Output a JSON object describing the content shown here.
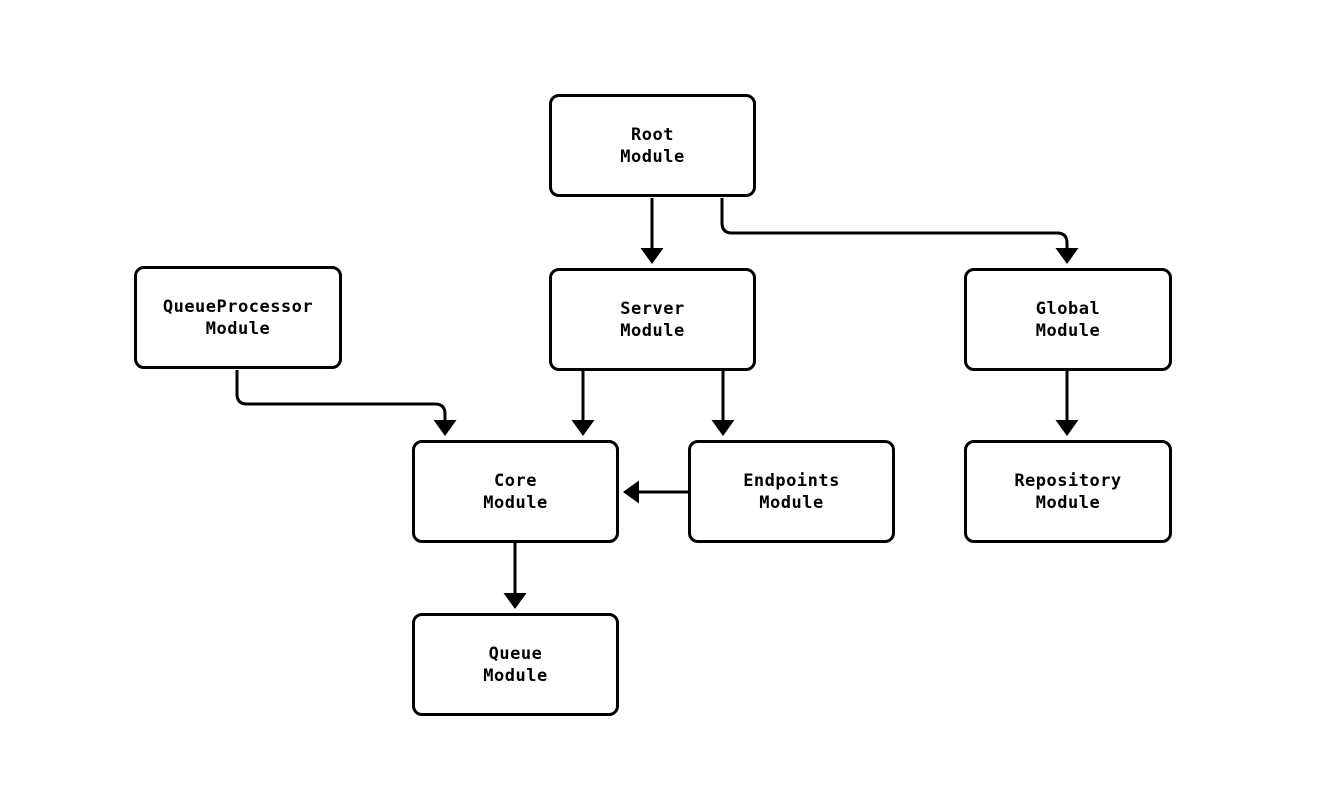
{
  "diagram": {
    "background_color": "#ffffff",
    "stroke_color": "#000000",
    "node_fill_color": "#ffffff",
    "nodes": [
      {
        "id": "root",
        "lines": [
          "Root",
          "Module"
        ]
      },
      {
        "id": "queueprocessor",
        "lines": [
          "QueueProcessor",
          "Module"
        ]
      },
      {
        "id": "server",
        "lines": [
          "Server",
          "Module"
        ]
      },
      {
        "id": "global",
        "lines": [
          "Global",
          "Module"
        ]
      },
      {
        "id": "core",
        "lines": [
          "Core",
          "Module"
        ]
      },
      {
        "id": "endpoints",
        "lines": [
          "Endpoints",
          "Module"
        ]
      },
      {
        "id": "repository",
        "lines": [
          "Repository",
          "Module"
        ]
      },
      {
        "id": "queue",
        "lines": [
          "Queue",
          "Module"
        ]
      }
    ],
    "edges": [
      {
        "from": "root",
        "to": "server"
      },
      {
        "from": "root",
        "to": "global"
      },
      {
        "from": "queueprocessor",
        "to": "core"
      },
      {
        "from": "server",
        "to": "core"
      },
      {
        "from": "server",
        "to": "endpoints"
      },
      {
        "from": "endpoints",
        "to": "core"
      },
      {
        "from": "global",
        "to": "repository"
      },
      {
        "from": "core",
        "to": "queue"
      }
    ]
  }
}
